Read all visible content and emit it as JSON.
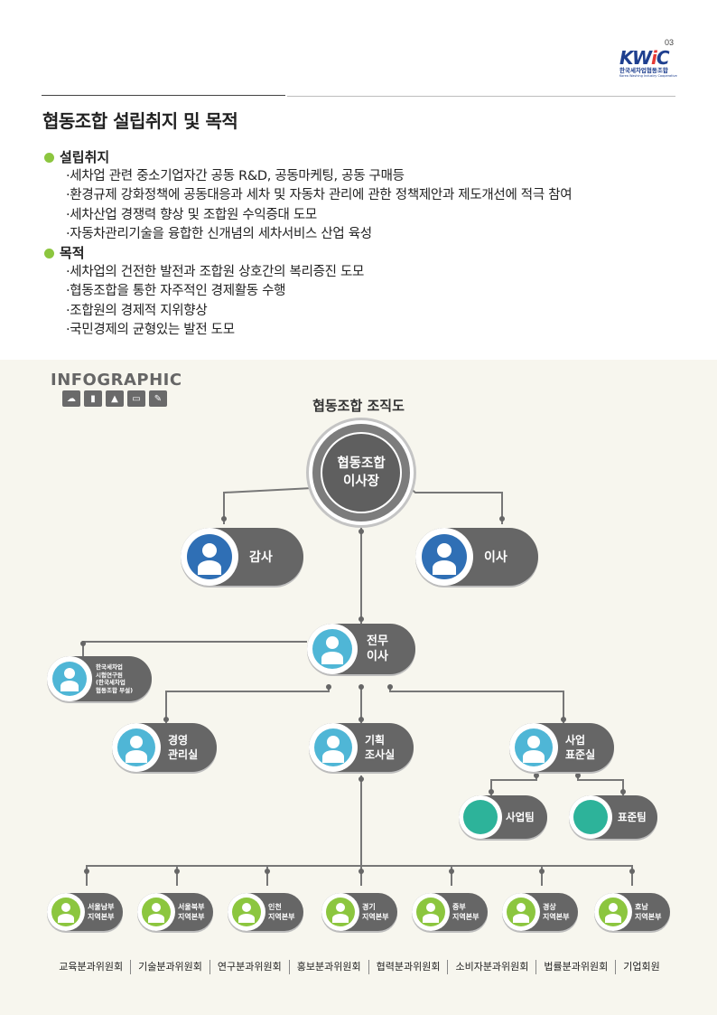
{
  "page_number": "03",
  "logo": {
    "mark": "KWIC",
    "name_ko": "한국세차업협동조합",
    "name_en": "Korea Washing Industry Cooperative"
  },
  "title": "협동조합 설립취지 및 목적",
  "sections": [
    {
      "heading": "설립취지",
      "items": [
        "·세차업 관련 중소기업자간 공동 R&D, 공동마케팅, 공동 구매등",
        "·환경규제 강화정책에 공동대응과 세차 및 자동차 관리에 관한 정책제안과 제도개선에 적극 참여",
        "·세차산업 경쟁력 향상 및 조합원 수익증대 도모",
        "·자동차관리기술을 융합한 신개념의 세차서비스 산업 육성"
      ]
    },
    {
      "heading": "목적",
      "items": [
        "·세차업의 건전한 발전과 조합원 상호간의 복리증진 도모",
        "·협동조합을 통한 자주적인 경제활동 수행",
        "·조합원의 경제적 지위향상",
        "·국민경제의 균형있는 발전 도모"
      ]
    }
  ],
  "infographic_label": "INFOGRAPHIC",
  "infographic_icons": [
    "cloud-icon",
    "bar-chart-icon",
    "area-chart-icon",
    "id-card-icon",
    "badge-icon"
  ],
  "org_title": "협동조합 조직도",
  "org": {
    "chairman": "협동조합\n이사장",
    "auditor": "감사",
    "director": "이사",
    "executive": "전무\n이사",
    "institute": "한국세차업\n시험연구원\n(한국세차업\n협동조합 부설)",
    "management": "경영\n관리실",
    "planning": "기획\n조사실",
    "standards": "사업\n표준실",
    "business_team": "사업팀",
    "standards_team": "표준팀",
    "regions": [
      "서울남부\n지역본부",
      "서울북부\n지역본부",
      "인천\n지역본부",
      "경기\n지역본부",
      "중부\n지역본부",
      "경상\n지역본부",
      "호남\n지역본부"
    ]
  },
  "colors": {
    "dark_node": "#666666",
    "blue_icon": "#2f6fb5",
    "teal_icon": "#4fb6d6",
    "green_team": "#2db39a",
    "green_region": "#8cc63f",
    "bullet": "#8cc63f"
  },
  "committees": [
    "교육분과위원회",
    "기술분과위원회",
    "연구분과위원회",
    "홍보분과위원회",
    "협력분과위원회",
    "소비자분과위원회",
    "법률분과위원회",
    "기업회원"
  ]
}
